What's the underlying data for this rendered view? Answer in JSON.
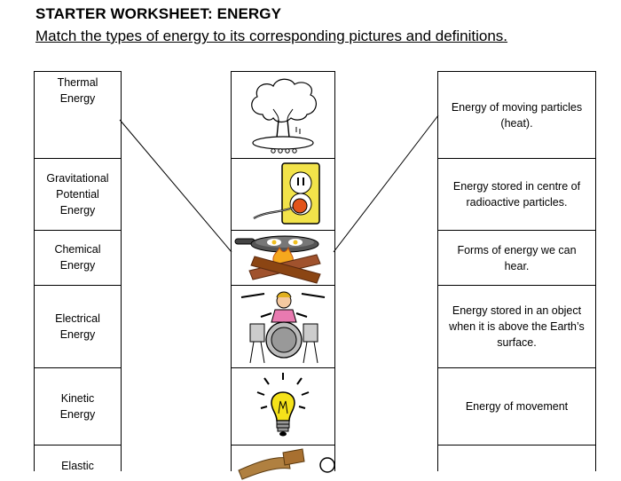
{
  "worksheet": {
    "title": "STARTER WORKSHEET: ENERGY",
    "instruction": "Match the types of energy to its corresponding pictures and definitions."
  },
  "energy_types": [
    "Thermal\nEnergy",
    "Gravitational\nPotential\nEnergy",
    "Chemical\nEnergy",
    "Electrical\nEnergy",
    "Kinetic\nEnergy",
    "Elastic"
  ],
  "pictures": [
    "tree-icon",
    "plug-socket-icon",
    "frying-pan-fire-icon",
    "drummer-icon",
    "light-bulb-icon",
    "slingshot-icon"
  ],
  "definitions": [
    "Energy of moving particles\n(heat).",
    "Energy stored in centre of\nradioactive particles.",
    "Forms of energy we can\nhear.",
    "Energy stored in an object\nwhen it is above the Earth’s\nsurface.",
    "Energy of movement",
    ""
  ]
}
